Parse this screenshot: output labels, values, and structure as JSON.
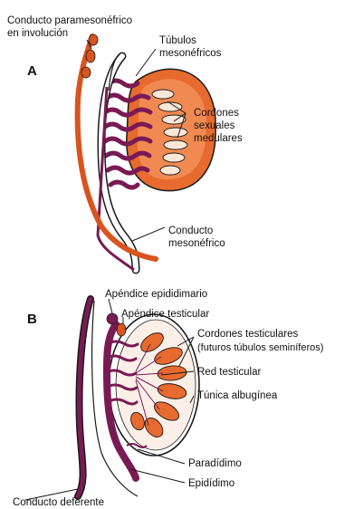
{
  "panels": {
    "a": "A",
    "b": "B"
  },
  "labels_a": {
    "paramesonephric_l1": "Conducto paramesonéfrico",
    "paramesonephric_l2": "en involución",
    "tubules_l1": "Túbulos",
    "tubules_l2": "mesonéfricos",
    "cords_l1": "Cordones",
    "cords_l2": "sexuales",
    "cords_l3": "medulares",
    "duct_l1": "Conducto",
    "duct_l2": "mesonéfrico"
  },
  "labels_b": {
    "appendix_epididymis": "Apéndice epididimario",
    "appendix_testis": "Apéndice testicular",
    "testis_cords_l1": "Cordones testiculares",
    "testis_cords_l2": "(futuros túbulos seminíferos)",
    "rete_testis": "Red testicular",
    "tunica": "Túnica albugínea",
    "paradidymis": "Paradídimo",
    "epididymis": "Epidídimo",
    "vas_deferens": "Conducto deferente"
  },
  "colors": {
    "orange": "#d9541e",
    "orange_light": "#f07a3c",
    "purple": "#7a1a55",
    "outline": "#1a1a1a"
  }
}
